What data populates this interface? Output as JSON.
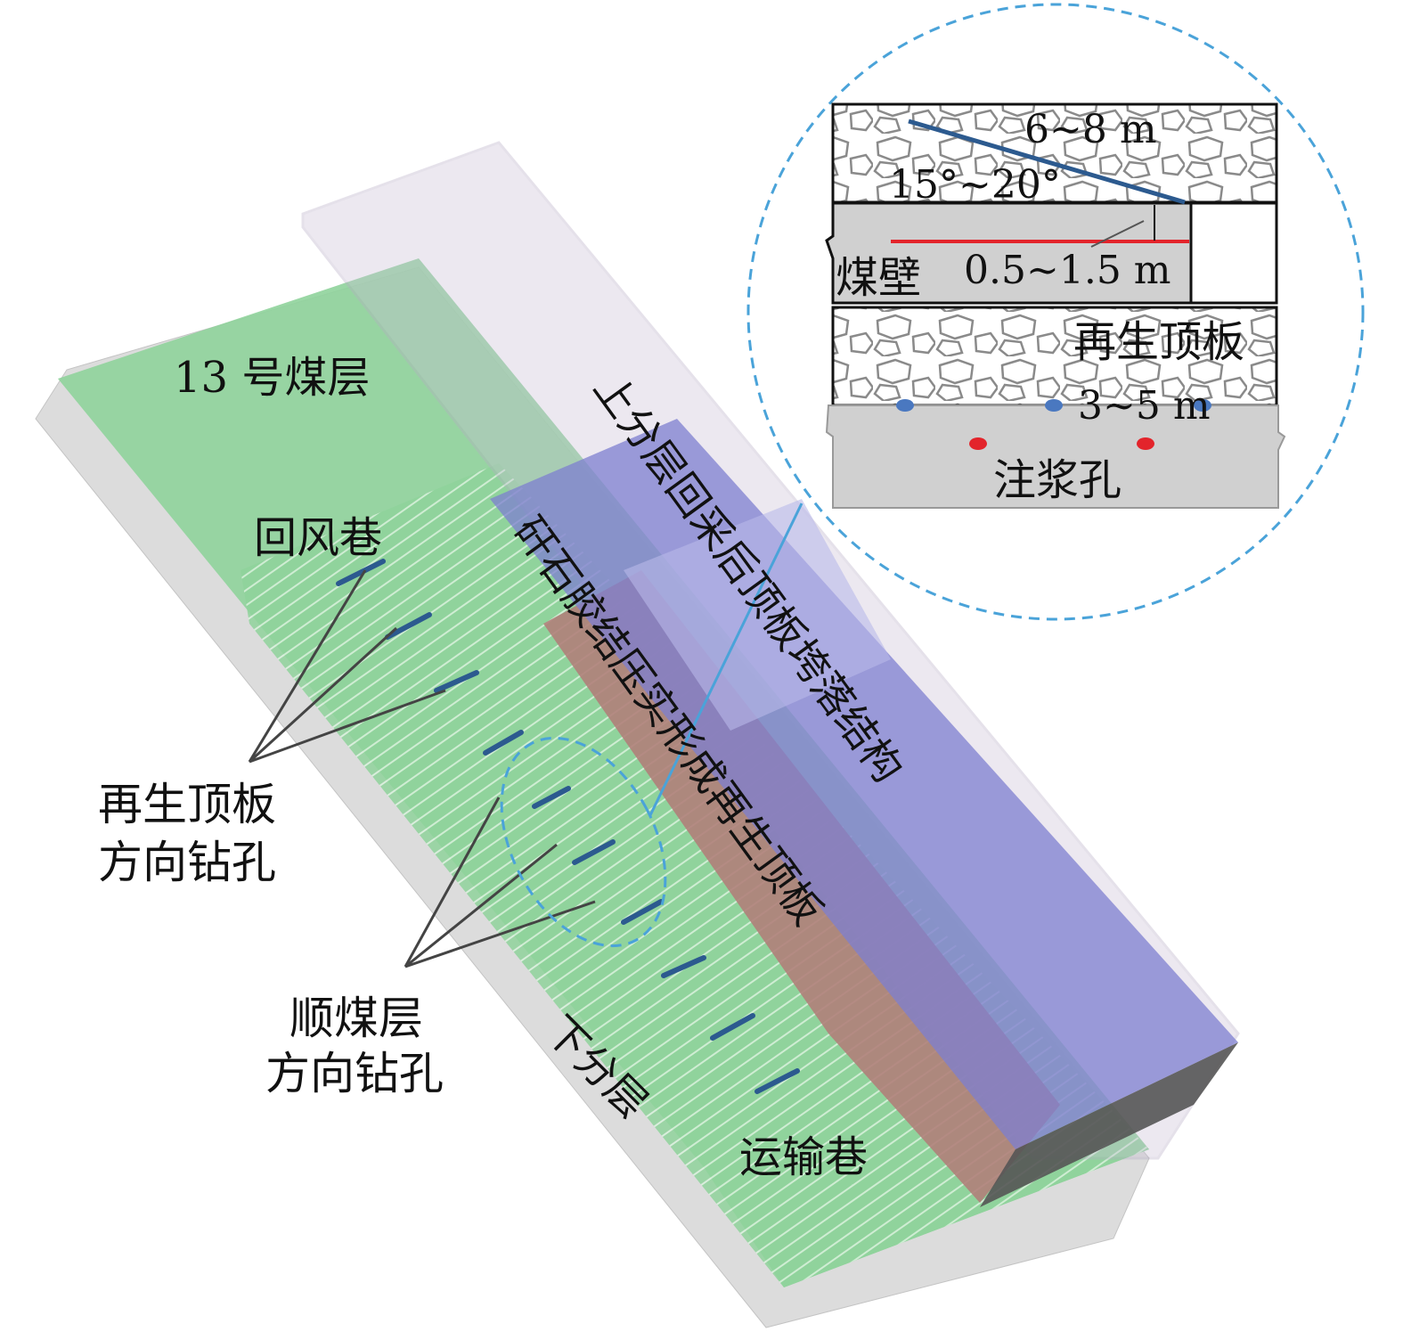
{
  "labels": {
    "seam": "13 号煤层",
    "return_airway": "回风巷",
    "upper_slice": "上分层回采后顶板垮落结构",
    "gangue_roof": "矸石胶结压实形成再生顶板",
    "roof_drill_line1": "再生顶板",
    "roof_drill_line2": "方向钻孔",
    "seam_drill_line1": "顺煤层",
    "seam_drill_line2": "方向钻孔",
    "lower_slice": "下分层",
    "haulage_roadway": "运输巷"
  },
  "inset": {
    "length": "6~8 m",
    "angle": "15°~20°",
    "coal_wall": "煤壁",
    "depth": "0.5~1.5 m",
    "regenerated_roof": "再生顶板",
    "spacing": "3~5 m",
    "grout_hole": "注浆孔"
  },
  "colors": {
    "green": "#7cc98a",
    "blue": "#7d7fd0",
    "brown": "#b07f7a",
    "frame": "#c9bfd6",
    "grey": "#d8d8d8",
    "dash": "#4aa3d9",
    "drill_blue": "#2c5a8f",
    "red": "#e3242b"
  }
}
